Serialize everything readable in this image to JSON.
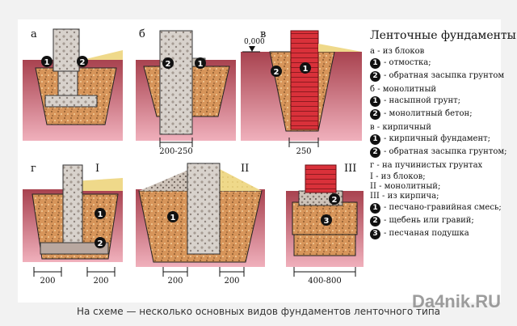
{
  "diagram": {
    "section_labels": {
      "a": "а",
      "b": "б",
      "v": "в",
      "g": "г",
      "r1": "I",
      "r2": "II",
      "r3": "III"
    },
    "level_label": "0,000",
    "dims": {
      "b": "200-250",
      "v": "250",
      "g1": "200",
      "g2": "200",
      "r2a": "200",
      "r2b": "200",
      "r3": "400-800"
    },
    "circle_labels": {
      "n1": "1",
      "n2": "2",
      "n3": "3"
    }
  },
  "legend": {
    "title": "Ленточные фундаменты:",
    "sections": [
      {
        "heading": "а - из блоков",
        "items": [
          {
            "num": "1",
            "text": "- отмостка;"
          },
          {
            "num": "2",
            "text": "- обратная засыпка грунтом"
          }
        ]
      },
      {
        "heading": "б - монолитный",
        "items": [
          {
            "num": "1",
            "text": "- насыпной грунт;"
          },
          {
            "num": "2",
            "text": "- монолитный бетон;"
          }
        ]
      },
      {
        "heading": "в - кирпичный",
        "items": [
          {
            "num": "1",
            "text": "- кирпичный фундамент;"
          },
          {
            "num": "2",
            "text": "- обратная засыпка грунтом;"
          }
        ]
      },
      {
        "heading": "г - на пучинистых грунтах",
        "sublines": [
          "I - из блоков;",
          "II - монолитный;",
          "III - из кирпича;"
        ],
        "items": [
          {
            "num": "1",
            "text": "- песчано-гравийная смесь;"
          },
          {
            "num": "2",
            "text": "- щебень или гравий;"
          },
          {
            "num": "3",
            "text": "- песчаная подушка"
          }
        ]
      }
    ]
  },
  "caption": "На схеме — несколько основных видов фундаментов ленточного типа",
  "watermark": "Da4nik.RU",
  "colors": {
    "soil": "#c04d62",
    "soil_light": "#e8a0ad",
    "backfill": "#dba25c",
    "concrete": "#c9c0b5",
    "brick": "#d9313a",
    "sand": "#efd98a",
    "gravel": "#b9a8a0"
  }
}
